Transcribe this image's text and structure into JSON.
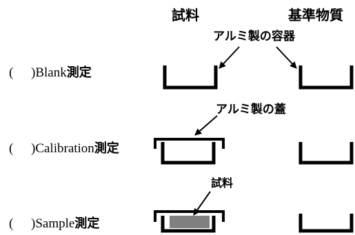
{
  "headers": {
    "sample": "試料",
    "reference": "基準物質"
  },
  "annotations": {
    "container": "アルミ製の容器",
    "lid": "アルミ製の蓋",
    "sample": "試料"
  },
  "rows": [
    {
      "paren": "(",
      "close": ")",
      "name": "Blank",
      "suffix": "測定"
    },
    {
      "paren": "(",
      "close": ")",
      "name": "Calibration",
      "suffix": "測定"
    },
    {
      "paren": "(",
      "close": ")",
      "name": "Sample",
      "suffix": "測定"
    }
  ],
  "colors": {
    "line": "#000000",
    "sample_fill": "#808080",
    "background": "#ffffff"
  }
}
